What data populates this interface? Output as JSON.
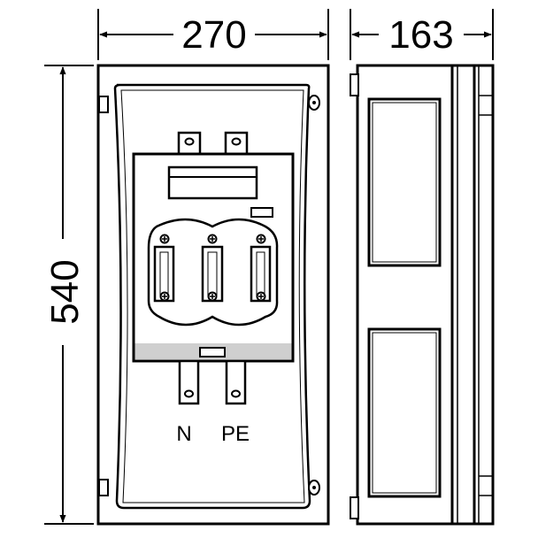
{
  "dimensions": {
    "width": "270",
    "depth": "163",
    "height": "540"
  },
  "terminals": {
    "neutral": "N",
    "protective_earth": "PE"
  }
}
